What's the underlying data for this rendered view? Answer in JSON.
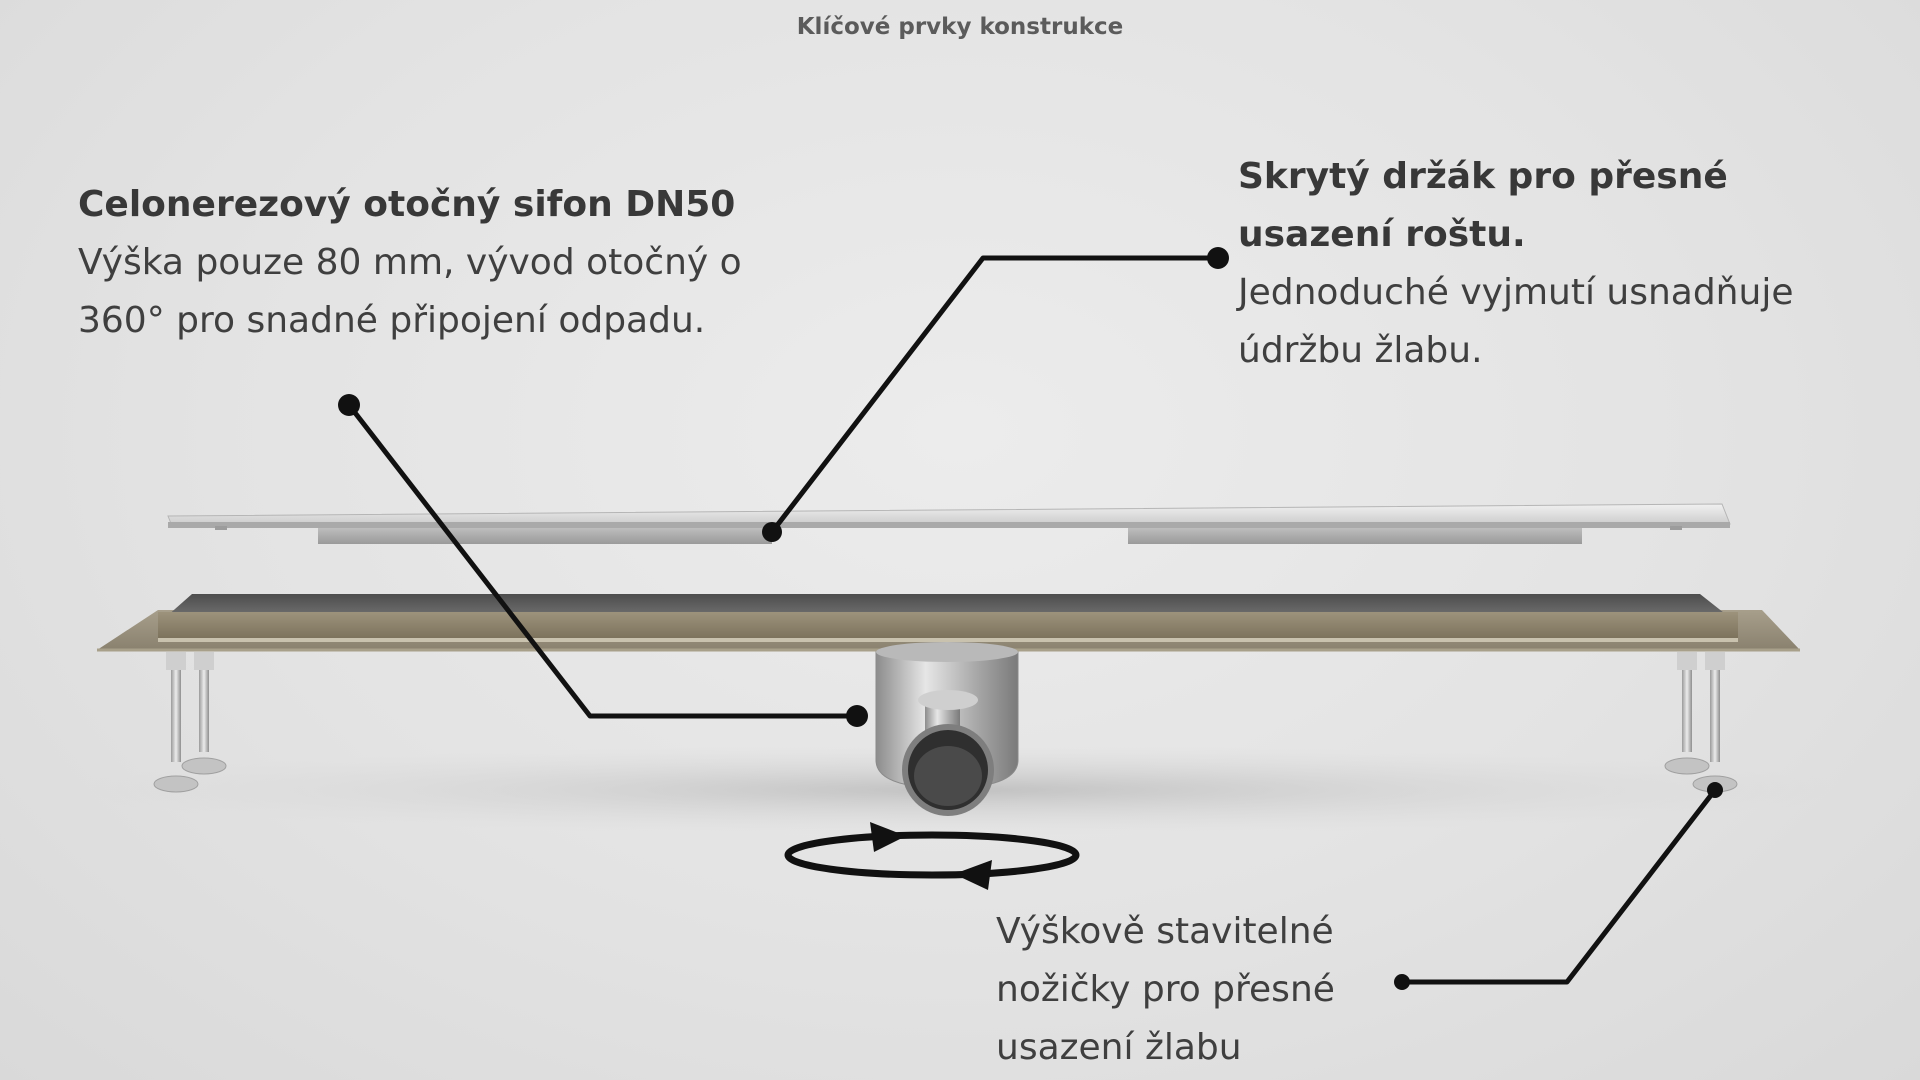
{
  "title": "Klíčové prvky konstrukce",
  "callouts": {
    "siphon": {
      "heading": "Celonerezový otočný sifon DN50",
      "line1": "Výška pouze 80 mm, vývod otočný o",
      "line2": "360° pro snadné připojení odpadu."
    },
    "holder": {
      "heading_line1": "Skrytý držák pro přesné",
      "heading_line2": "usazení roštu.",
      "line1": "Jednoduché vyjmutí usnadňuje",
      "line2": "údržbu žlabu."
    },
    "feet": {
      "line1": "Výškově stavitelné",
      "line2": "nožičky pro přesné",
      "line3": "usazení žlabu"
    }
  },
  "colors": {
    "background": "#e3e3e3",
    "leader": "#111111",
    "steel_light": "#d2d2d2",
    "steel_dark": "#5a5a5a",
    "membrane": "#8b8068"
  },
  "icons": [
    "rotation-arrows-icon"
  ]
}
